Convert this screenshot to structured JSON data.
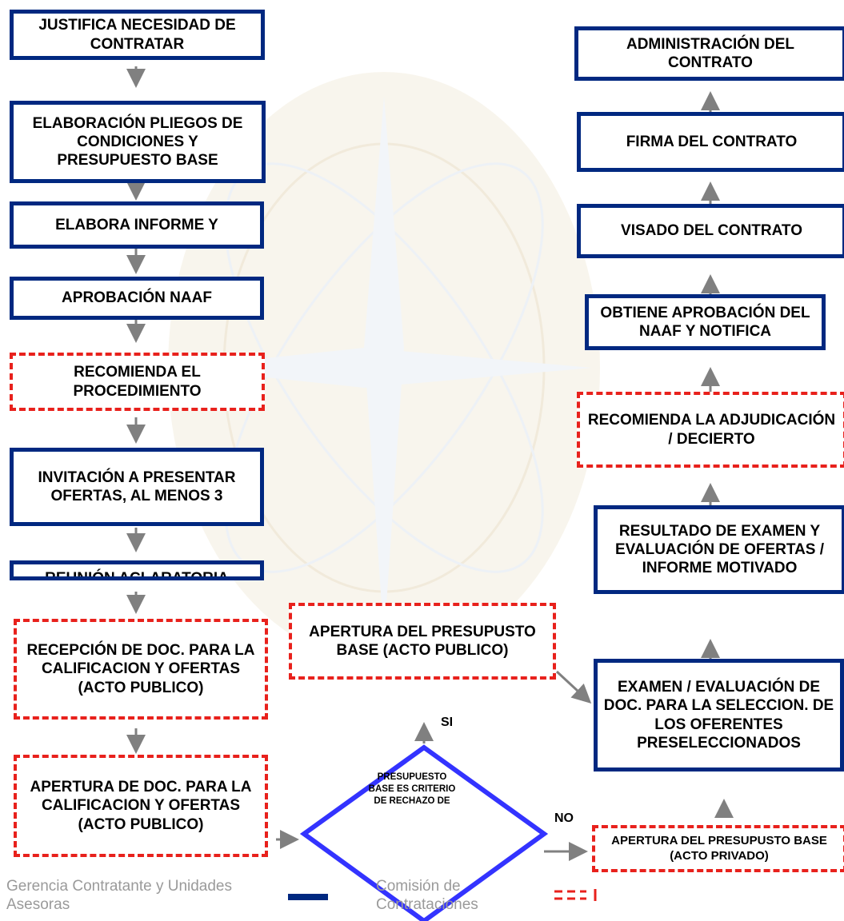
{
  "colors": {
    "gerencia_border": "#002880",
    "comision_border": "#e8211c",
    "decision_border": "#3333ff",
    "arrow": "#808080",
    "legend_text": "#9a9a9a"
  },
  "left_column": {
    "justifica": "JUSTIFICA NECESIDAD DE CONTRATAR",
    "elaboracion_pliegos": "ELABORACIÓN PLIEGOS DE CONDICIONES Y PRESUPUESTO BASE",
    "elabora_informe": "ELABORA INFORME Y",
    "aprobacion_naaf": "APROBACIÓN NAAF",
    "recomienda_procedimiento": "RECOMIENDA EL PROCEDIMIENTO",
    "invitacion": "INVITACIÓN A PRESENTAR OFERTAS, AL MENOS 3",
    "reunion": "REUNIÓN ACLARATORIA",
    "recepcion": "RECEPCIÓN DE DOC. PARA LA CALIFICACION Y OFERTAS (ACTO PUBLICO)",
    "apertura_doc": "APERTURA DE DOC. PARA LA CALIFICACION Y OFERTAS (ACTO PUBLICO)"
  },
  "middle": {
    "apertura_publico": "APERTURA DEL PRESUPUSTO BASE (ACTO PUBLICO)",
    "decision": "PRESUPUESTO BASE ES CRITERIO DE RECHAZO DE",
    "si_label": "SI",
    "no_label": "NO"
  },
  "right_column": {
    "administracion": "ADMINISTRACIÓN DEL CONTRATO",
    "firma": "FIRMA DEL CONTRATO",
    "visado": "VISADO DEL CONTRATO",
    "obtiene_aprobacion": "OBTIENE APROBACIÓN DEL NAAF Y NOTIFICA",
    "recomienda_adjudicacion": "RECOMIENDA LA ADJUDICACIÓN / DECIERTO",
    "resultado": "RESULTADO DE EXAMEN Y EVALUACIÓN DE OFERTAS / INFORME MOTIVADO",
    "examen": "EXAMEN / EVALUACIÓN DE DOC. PARA LA SELECCION. DE LOS OFERENTES PRESELECCIONADOS",
    "apertura_privado": "APERTURA DEL PRESUPUSTO BASE (ACTO PRIVADO)"
  },
  "legend": {
    "gerencia": "Gerencia Contratante y Unidades Asesoras",
    "comision": "Comisión de Contrataciones"
  }
}
